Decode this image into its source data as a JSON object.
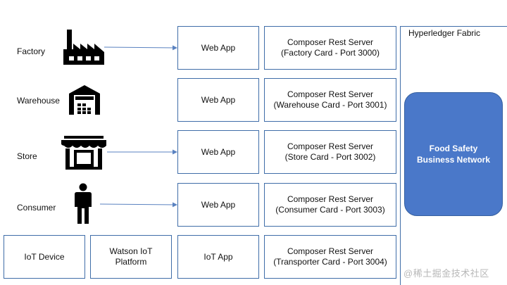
{
  "sources": [
    {
      "label": "Factory",
      "icon": "factory-icon"
    },
    {
      "label": "Warehouse",
      "icon": "warehouse-icon"
    },
    {
      "label": "Store",
      "icon": "store-icon"
    },
    {
      "label": "Consumer",
      "icon": "person-icon"
    }
  ],
  "apps": [
    "Web App",
    "Web App",
    "Web App",
    "Web App",
    "IoT App"
  ],
  "servers": [
    {
      "title": "Composer Rest Server",
      "detail": "(Factory Card - Port 3000)"
    },
    {
      "title": "Composer Rest Server",
      "detail": "(Warehouse Card - Port 3001)"
    },
    {
      "title": "Composer Rest Server",
      "detail": "(Store Card - Port 3002)"
    },
    {
      "title": "Composer Rest Server",
      "detail": "(Consumer Card - Port 3003)"
    },
    {
      "title": "Composer Rest Server",
      "detail": "(Transporter Card - Port 3004)"
    }
  ],
  "iot": {
    "device": "IoT Device",
    "platform": "Watson IoT\nPlatform"
  },
  "fabric": {
    "title": "Hyperledger Fabric",
    "network": "Food Safety\nBusiness Network"
  },
  "watermark": "@稀土掘金技术社区",
  "colors": {
    "border": "#3f6da8",
    "network_fill": "#4a78c9",
    "arrow": "#5a82c0"
  }
}
